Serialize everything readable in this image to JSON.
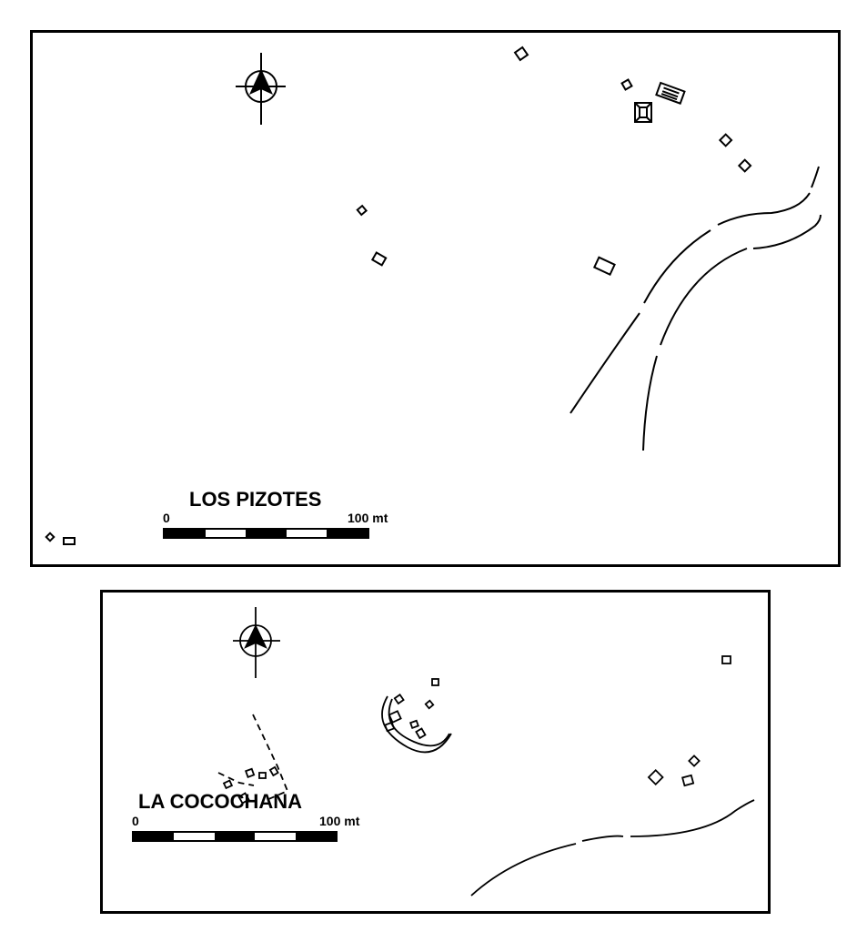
{
  "maps": [
    {
      "id": "los-pizotes",
      "site_name": "LOS PIZOTES",
      "scale": {
        "start_label": "0",
        "end_label": "100 mt",
        "segments": [
          "dark",
          "light",
          "dark",
          "light",
          "dark"
        ]
      },
      "icons": [
        "north-arrow-icon"
      ]
    },
    {
      "id": "la-cocochana",
      "site_name": "LA COCOCHANA",
      "scale": {
        "start_label": "0",
        "end_label": "100 mt",
        "segments": [
          "dark",
          "light",
          "dark",
          "light",
          "dark"
        ]
      },
      "icons": [
        "north-arrow-icon"
      ]
    }
  ],
  "colors": {
    "ink": "#000000",
    "paper": "#ffffff"
  }
}
